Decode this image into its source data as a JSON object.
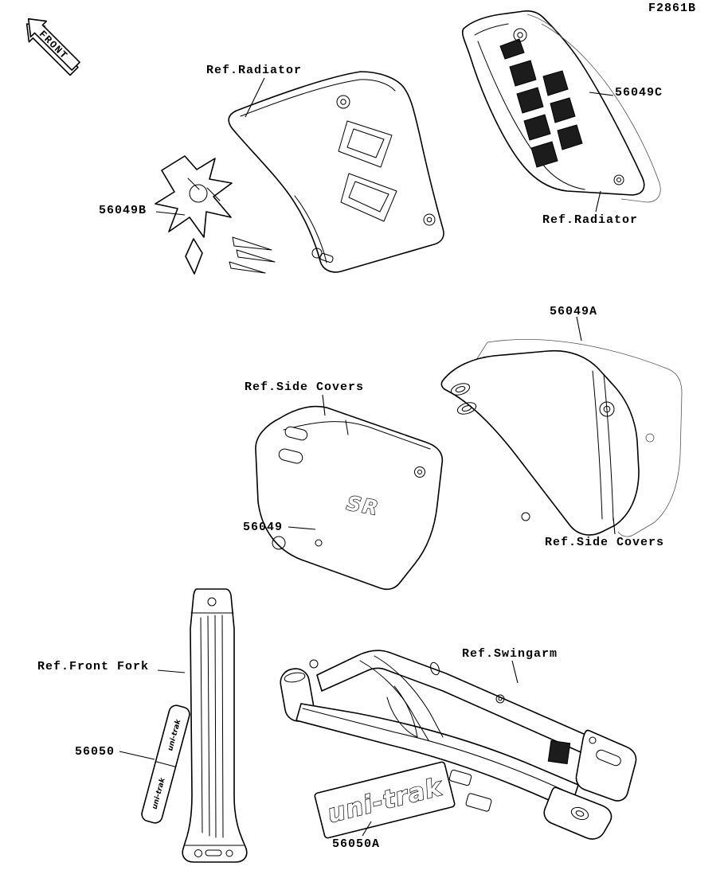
{
  "callouts": {
    "doc_code": "F2861B",
    "front": "FRONT",
    "ref_radiator_left": "Ref.Radiator",
    "part_56049b": "56049B",
    "part_56049c": "56049C",
    "ref_radiator_right": "Ref.Radiator",
    "part_56049a": "56049A",
    "ref_side_covers_left": "Ref.Side Covers",
    "part_56049": "56049",
    "ref_side_covers_right": "Ref.Side Covers",
    "ref_front_fork": "Ref.Front Fork",
    "part_56050": "56050",
    "ref_swingarm": "Ref.Swingarm",
    "part_56050a": "56050A"
  },
  "decals": {
    "side_cover_logo": "SR",
    "swingarm_brand": "uni-trak",
    "fork_brand_upper": "uni-trak",
    "fork_brand_lower": "uni-trak"
  },
  "colors": {
    "ink": "#000000",
    "paper": "#ffffff"
  }
}
